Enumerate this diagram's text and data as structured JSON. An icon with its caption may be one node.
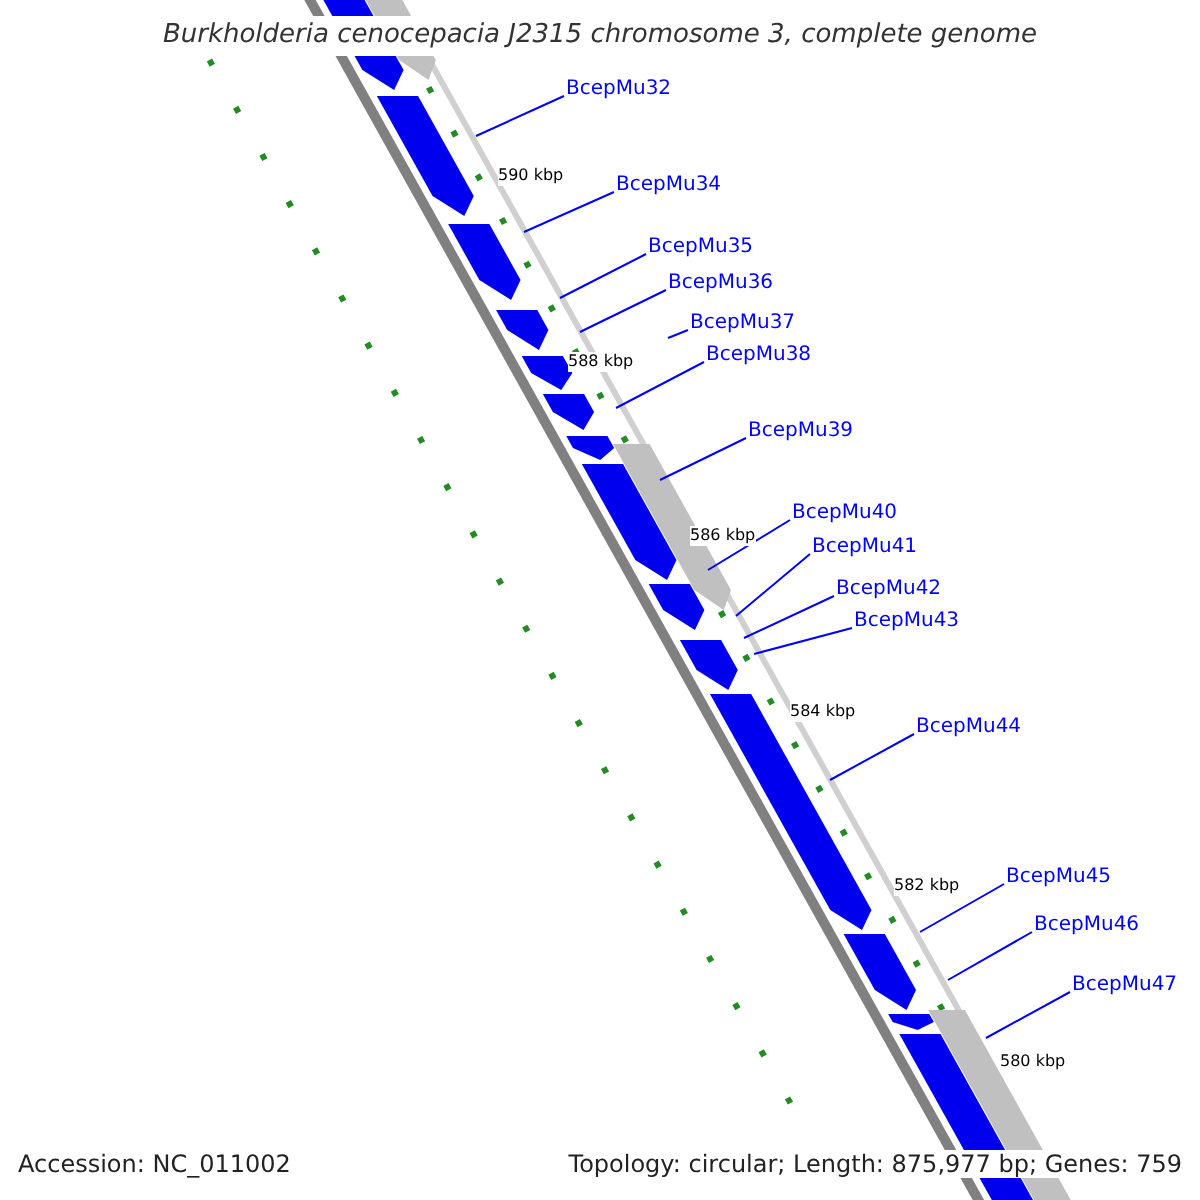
{
  "diagram": {
    "title": "Burkholderia cenocepacia J2315 chromosome 3, complete genome",
    "nodes": [
      {
        "text": [
          "BcepMu32"
        ]
      },
      {
        "text": [
          "BcepMu34"
        ]
      },
      {
        "text": [
          "BcepMu35"
        ]
      },
      {
        "text": [
          "BcepMu36"
        ]
      },
      {
        "text": [
          "BcepMu37"
        ]
      },
      {
        "text": [
          "BcepMu38"
        ]
      },
      {
        "text": [
          "BcepMu39"
        ]
      },
      {
        "text": [
          "BcepMu40"
        ]
      },
      {
        "text": [
          "BcepMu41"
        ]
      },
      {
        "text": [
          "BcepMu42"
        ]
      },
      {
        "text": [
          "BcepMu43"
        ]
      },
      {
        "text": [
          "BcepMu44"
        ]
      },
      {
        "text": [
          "BcepMu45"
        ]
      },
      {
        "text": [
          "BcepMu46"
        ]
      },
      {
        "text": [
          "BcepMu47"
        ]
      }
    ],
    "edges": [
      {
        "from": 0,
        "to": null,
        "arrow": "none"
      },
      {
        "from": 1,
        "to": null,
        "arrow": "none"
      },
      {
        "from": 2,
        "to": null,
        "arrow": "none"
      },
      {
        "from": 3,
        "to": null,
        "arrow": "none"
      },
      {
        "from": 4,
        "to": null,
        "arrow": "none"
      },
      {
        "from": 5,
        "to": null,
        "arrow": "none"
      },
      {
        "from": 6,
        "to": null,
        "arrow": "none"
      },
      {
        "from": 7,
        "to": null,
        "arrow": "none"
      },
      {
        "from": 8,
        "to": null,
        "arrow": "none"
      },
      {
        "from": 9,
        "to": null,
        "arrow": "none"
      },
      {
        "from": 10,
        "to": null,
        "arrow": "none"
      },
      {
        "from": 11,
        "to": null,
        "arrow": "none"
      },
      {
        "from": 12,
        "to": null,
        "arrow": "none"
      },
      {
        "from": 13,
        "to": null,
        "arrow": "none"
      },
      {
        "from": 14,
        "to": null,
        "arrow": "none"
      }
    ],
    "labels": [
      "590 kbp",
      "588 kbp",
      "586 kbp",
      "584 kbp",
      "582 kbp",
      "580 kbp",
      "Accession: NC_011002",
      "Topology: circular; Length: 875,977 bp; Genes: 759"
    ]
  }
}
